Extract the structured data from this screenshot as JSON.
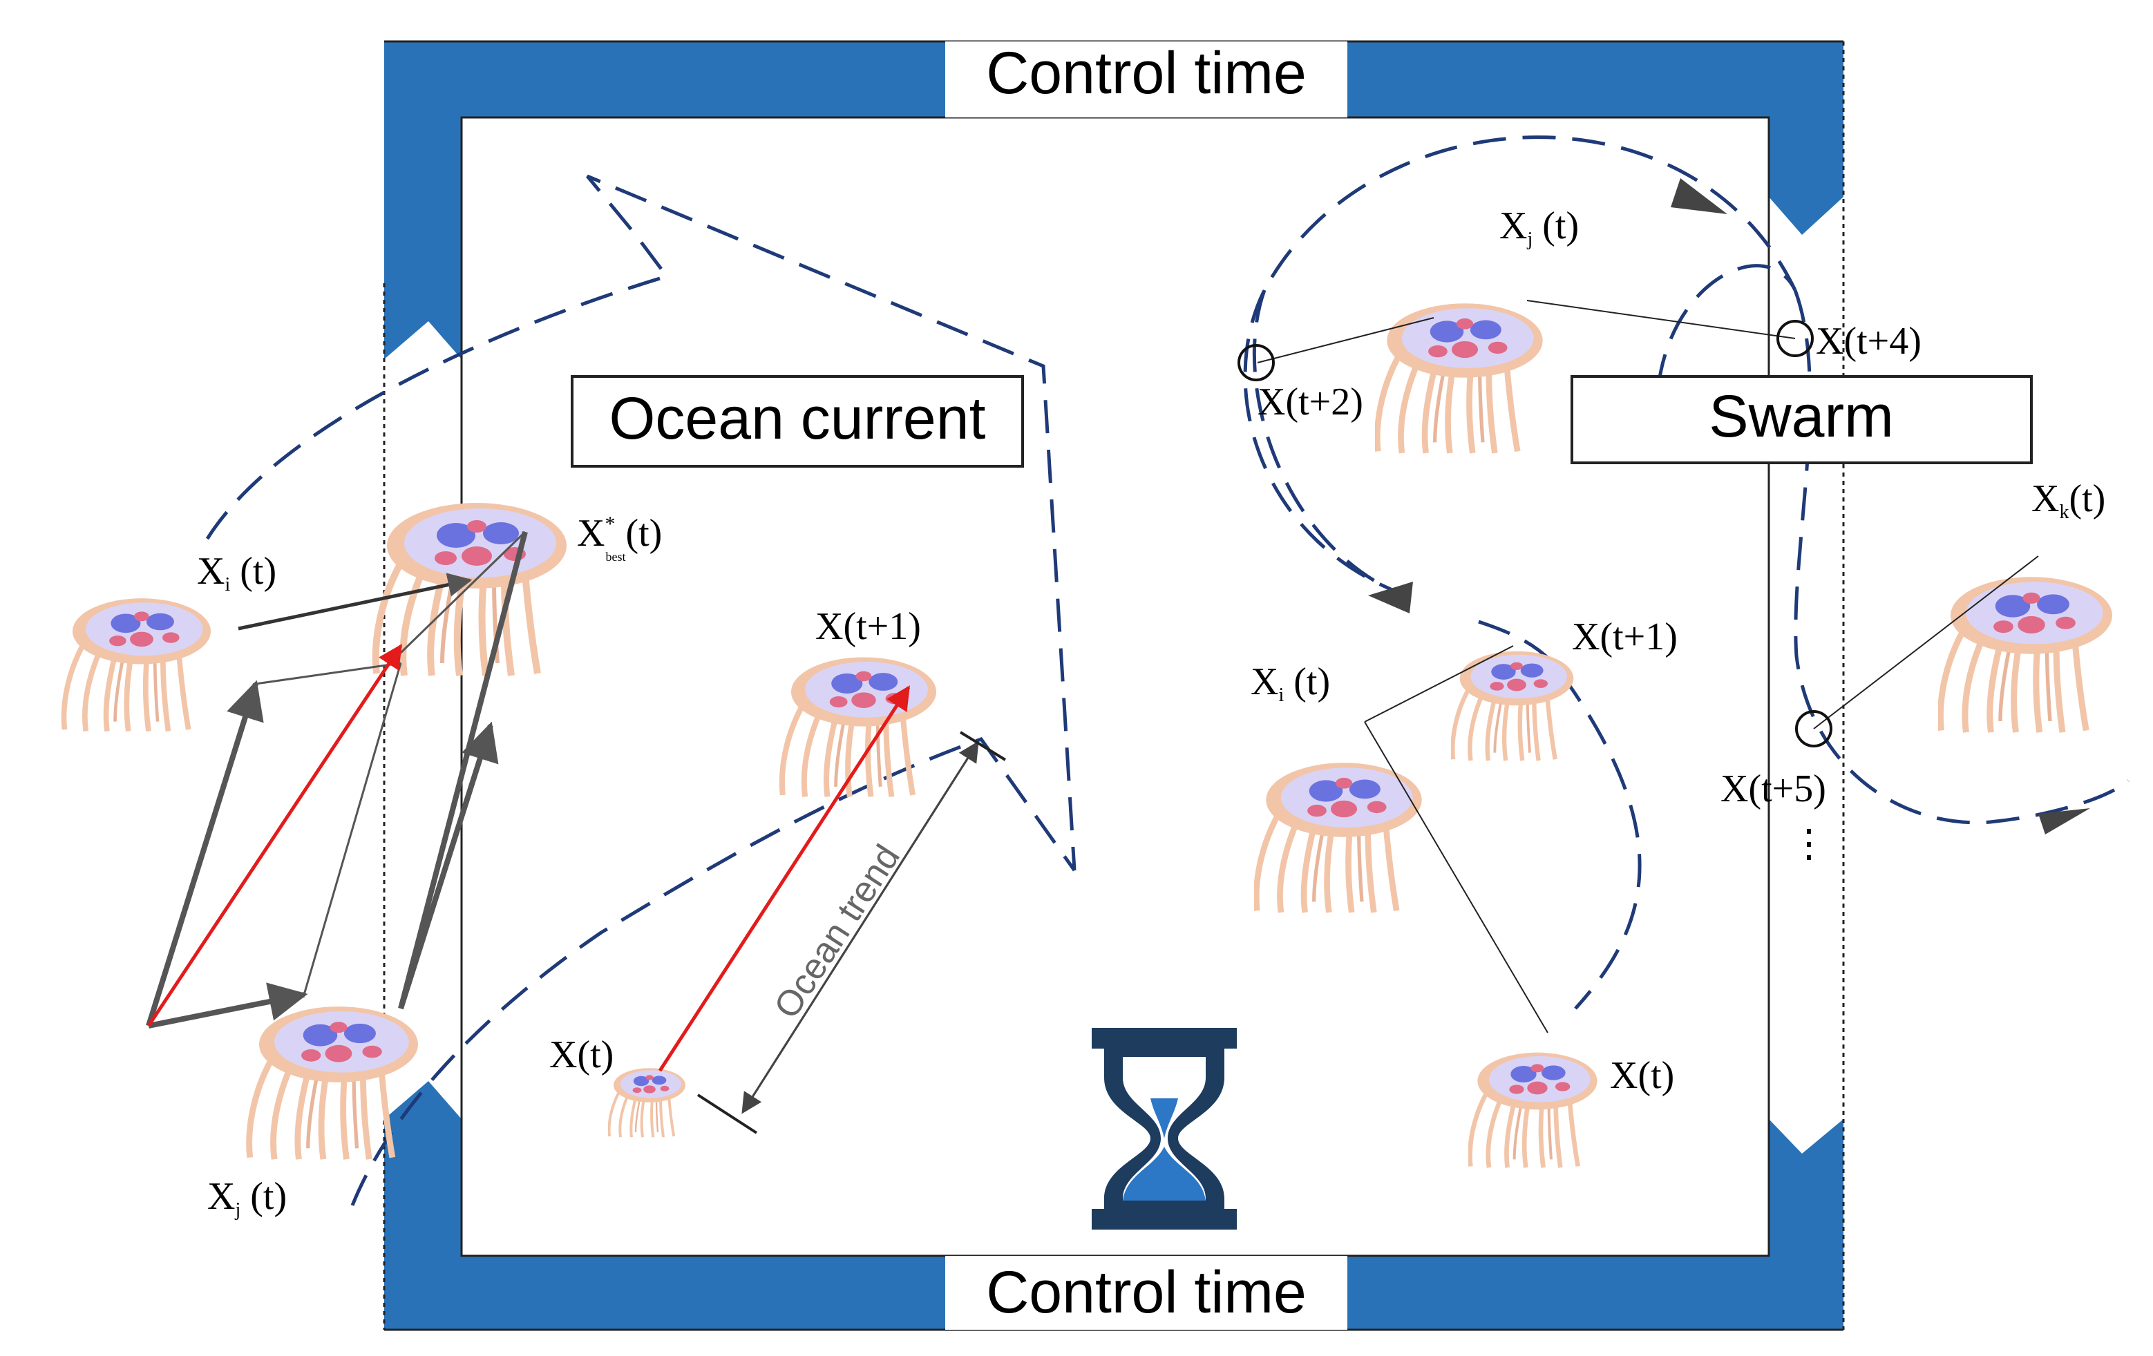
{
  "frame": {
    "top_label": "Control time",
    "bottom_label": "Control time",
    "blue": "#2a72b8"
  },
  "labels": {
    "ocean_current": "Ocean current",
    "swarm": "Swarm",
    "ocean_trend": "Ocean trend"
  },
  "left_group": {
    "xi": "X",
    "xi_sub": "i",
    "xi_t": " (t)",
    "xbest": "X",
    "xbest_sup": "*",
    "xbest_sub": "best",
    "xbest_t": "(t)",
    "xj": "X",
    "xj_sub": "j",
    "xj_t": " (t)"
  },
  "middle_group": {
    "xt1": "X(t+1)",
    "xt": "X(t)"
  },
  "right_group": {
    "xj": "X",
    "xj_sub": "j",
    "xj_t": " (t)",
    "xt2": "X(t+2)",
    "xt4": "X(t+4)",
    "xk": "X",
    "xk_sub": "k",
    "xk_t": "(t)",
    "xi": "X",
    "xi_sub": "i",
    "xi_t": " (t)",
    "xt1": "X(t+1)",
    "xt": "X(t)",
    "xt5": "X(t+5)",
    "dots": "⋮"
  },
  "colors": {
    "dash_line": "#1f3a78",
    "red_arrow": "#e31b1b",
    "gray_arrow": "#555555",
    "hourglass_dark": "#1d3c5e",
    "hourglass_sand": "#2c78c6",
    "jelly_tentacle": "#f2c5a8",
    "jelly_bell": "#d9d4f5",
    "jelly_spot_blue": "#6a72e0",
    "jelly_spot_red": "#e06a88"
  },
  "icons": {
    "hourglass": "hourglass-icon",
    "jellyfish": "jellyfish-icon"
  }
}
